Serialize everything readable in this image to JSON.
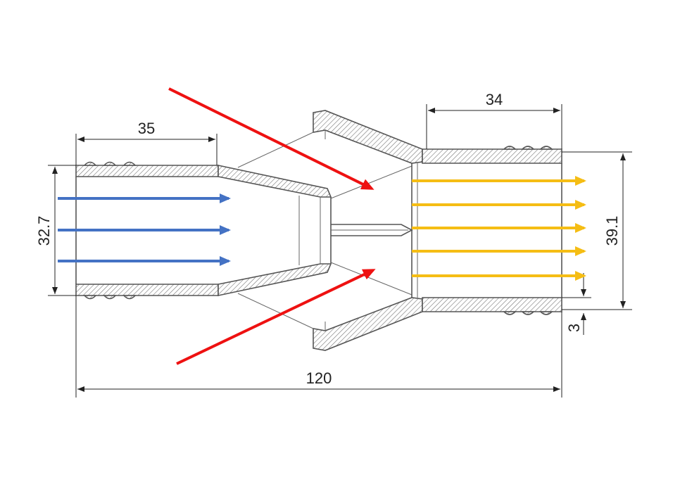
{
  "dimensions": {
    "inlet_length": "35",
    "outlet_length": "34",
    "inlet_diameter": "32.7",
    "outlet_diameter": "39.1",
    "wall_thickness": "3",
    "total_length": "120"
  },
  "colors": {
    "inlet_flow": "#4472c4",
    "injected_flow": "#ee1111",
    "outlet_flow": "#f5bd14",
    "outline": "#555555"
  }
}
